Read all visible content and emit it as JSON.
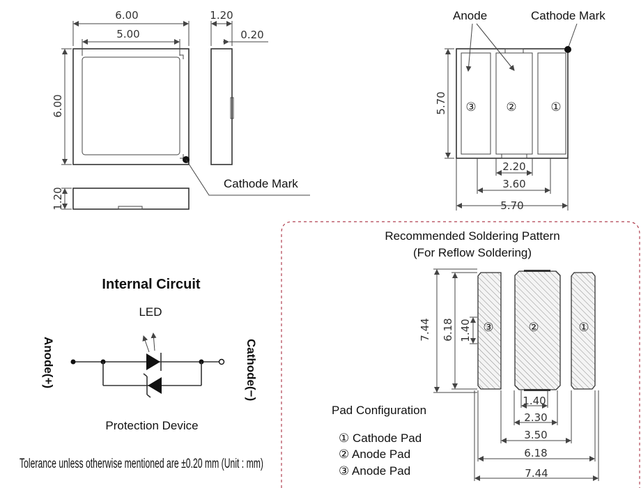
{
  "top_view": {
    "width_outer": "6.00",
    "width_inner": "5.00",
    "height_outer": "6.00",
    "side_thickness": "1.20",
    "side_lead": "0.20",
    "front_thickness": "1.20",
    "cathode_mark": "Cathode Mark"
  },
  "bottom_view": {
    "anode": "Anode",
    "cathode_mark": "Cathode Mark",
    "height": "5.70",
    "pad_center": "2.20",
    "pad_span": "3.60",
    "total_width": "5.70",
    "pins": [
      "③",
      "②",
      "①"
    ]
  },
  "circuit": {
    "title": "Internal Circuit",
    "led": "LED",
    "anode": "Anode(+)",
    "cathode": "Cathode(−)",
    "protection": "Protection Device"
  },
  "soldering": {
    "title_line1": "Recommended Soldering Pattern",
    "title_line2": "(For Reflow Soldering)",
    "dim_744_v": "7.44",
    "dim_618_v": "6.18",
    "dim_140_v": "1.40",
    "dim_140_h": "1.40",
    "dim_230": "2.30",
    "dim_350": "3.50",
    "dim_618_h": "6.18",
    "dim_744_h": "7.44",
    "pins": [
      "③",
      "②",
      "①"
    ],
    "pad_config_title": "Pad Configuration",
    "pad_config": [
      "① Cathode Pad",
      "② Anode Pad",
      "③ Anode Pad"
    ]
  },
  "tolerance": "Tolerance unless otherwise mentioned are ±0.20 mm (Unit : mm)"
}
